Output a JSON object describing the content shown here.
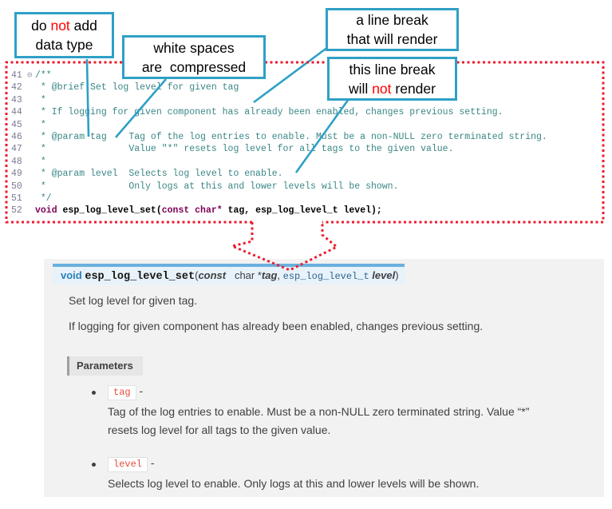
{
  "colors": {
    "callout_teal": "#2FA0C6",
    "red_dotted": "#EC1B2E",
    "not_red": "#FF0000",
    "comment": "#3B8686",
    "keyword": "#7F0055",
    "line_number": "#7B7B93",
    "doc_text": "#404040",
    "sig_void": "#2980B9",
    "sig_type": "#2F6490",
    "param_red": "#E74C3C",
    "sigbar_border": "#6AB0DE",
    "sigbar_bg": "#E7F2FA",
    "panel_bg": "#F2F2F2"
  },
  "callouts": [
    {
      "id": "no-datatype",
      "lines": [
        [
          {
            "t": "do "
          },
          {
            "t": "not",
            "red": true
          },
          {
            "t": " add"
          }
        ],
        [
          {
            "t": "data type"
          }
        ]
      ]
    },
    {
      "id": "whitespace",
      "lines": [
        [
          {
            "t": "white spaces"
          }
        ],
        [
          {
            "t": "are  compressed"
          }
        ]
      ]
    },
    {
      "id": "break-render",
      "lines": [
        [
          {
            "t": "a line break"
          }
        ],
        [
          {
            "t": "that will render"
          }
        ]
      ]
    },
    {
      "id": "break-norender",
      "lines": [
        [
          {
            "t": "this line break"
          }
        ],
        [
          {
            "t": "will "
          },
          {
            "t": "not",
            "red": true
          },
          {
            "t": " render"
          }
        ]
      ]
    }
  ],
  "code": {
    "lines": [
      {
        "num": "41",
        "fold": "⊖",
        "tokens": [
          {
            "c": "comment",
            "t": "/**"
          }
        ]
      },
      {
        "num": "42",
        "tokens": [
          {
            "c": "comment",
            "t": " * @brief Set log level for given tag"
          }
        ]
      },
      {
        "num": "43",
        "tokens": [
          {
            "c": "comment",
            "t": " *"
          }
        ]
      },
      {
        "num": "44",
        "tokens": [
          {
            "c": "comment",
            "t": " * If logging for given component has already been enabled, changes previous setting."
          }
        ]
      },
      {
        "num": "45",
        "tokens": [
          {
            "c": "comment",
            "t": " *"
          }
        ]
      },
      {
        "num": "46",
        "tokens": [
          {
            "c": "comment",
            "t": " * @param tag    Tag of the log entries to enable. Must be a non-NULL zero terminated string."
          }
        ]
      },
      {
        "num": "47",
        "tokens": [
          {
            "c": "comment",
            "t": " *               Value \"*\" resets log level for all tags to the given value."
          }
        ]
      },
      {
        "num": "48",
        "tokens": [
          {
            "c": "comment",
            "t": " *"
          }
        ]
      },
      {
        "num": "49",
        "tokens": [
          {
            "c": "comment",
            "t": " * @param level  Selects log level to enable."
          }
        ]
      },
      {
        "num": "50",
        "tokens": [
          {
            "c": "comment",
            "t": " *               Only logs at this and lower levels will be shown."
          }
        ]
      },
      {
        "num": "51",
        "tokens": [
          {
            "c": "comment",
            "t": " */"
          }
        ]
      },
      {
        "num": "52",
        "tokens": [
          {
            "c": "kw",
            "t": "void"
          },
          {
            "c": "plain",
            "t": " esp_log_level_set("
          },
          {
            "c": "kw",
            "t": "const"
          },
          {
            "c": "plain",
            "t": " "
          },
          {
            "c": "kw",
            "t": "char*"
          },
          {
            "c": "plain",
            "t": " tag, esp_log_level_t level);"
          }
        ]
      }
    ]
  },
  "docs": {
    "signature": [
      {
        "c": "kt",
        "t": "void"
      },
      {
        "c": "plain",
        "t": " "
      },
      {
        "c": "name",
        "t": "esp_log_level_set"
      },
      {
        "c": "plain",
        "t": "("
      },
      {
        "c": "kw",
        "t": "const"
      },
      {
        "c": "plain",
        "t": "   char *"
      },
      {
        "c": "param",
        "t": "tag"
      },
      {
        "c": "plain",
        "t": ", "
      },
      {
        "c": "type",
        "t": "esp_log_level_t"
      },
      {
        "c": "plain",
        "t": " "
      },
      {
        "c": "param",
        "t": "level"
      },
      {
        "c": "plain",
        "t": ")"
      }
    ],
    "brief": "Set log level for given tag.",
    "description": "If logging for given component has already been enabled, changes previous setting.",
    "params_label": "Parameters",
    "params": [
      {
        "name": "tag",
        "sep": "-",
        "desc_lines": [
          "Tag of the log entries to enable. Must be a non-NULL zero terminated string. Value “*”",
          "resets log level for all tags to the given value."
        ]
      },
      {
        "name": "level",
        "sep": "-",
        "desc_lines": [
          "Selects log level to enable. Only logs at this and lower levels will be shown."
        ]
      }
    ]
  }
}
